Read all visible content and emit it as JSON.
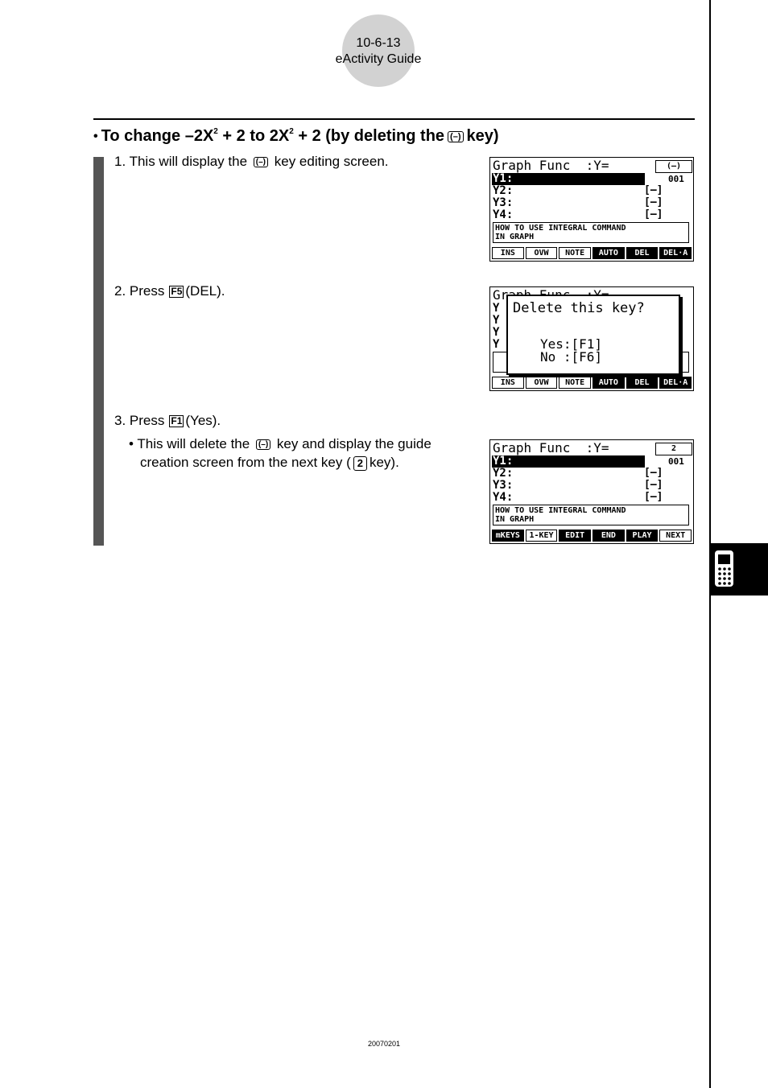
{
  "header": {
    "page_number": "10-6-13",
    "section": "eActivity Guide"
  },
  "heading": {
    "bullet": "•",
    "part1": "To change –2X",
    "sup1": "2",
    "part2": " + 2 to 2X",
    "sup2": "2",
    "part3": " + 2 (by deleting the",
    "key": "(–)",
    "part4": "key)"
  },
  "steps": {
    "s1_pre": "1. This will display the",
    "s1_key": "(–)",
    "s1_post": "key editing screen.",
    "s2_pre": "2. Press",
    "s2_key": "F5",
    "s2_post": "(DEL).",
    "s3_pre": "3. Press",
    "s3_key": "F1",
    "s3_post": "(Yes).",
    "b1_pre": "• This will delete the",
    "b1_key": "(–)",
    "b1_post": "key and display the guide",
    "b2_pre": "creation screen from the next key (",
    "b2_key": "2",
    "b2_post": "key)."
  },
  "screen1": {
    "title": "Graph Func  :Y=",
    "key_box": "(–)",
    "rows": [
      "Y1:",
      "Y2:",
      "Y3:",
      "Y4:"
    ],
    "counter": "001",
    "brackets": [
      "[—]",
      "[—]",
      "[—]"
    ],
    "guide": "HOW TO USE INTEGRAL COMMAND\nIN GRAPH",
    "fkeys": [
      "INS",
      "OVW",
      "NOTE",
      "AUTO",
      "DEL",
      "DEL·A"
    ]
  },
  "screen2": {
    "title": "Graph Func  :Y=",
    "dialog_question": "Delete this key?",
    "dialog_yes": "Yes:[F1]",
    "dialog_no": "No :[F6]",
    "fkeys": [
      "INS",
      "OVW",
      "NOTE",
      "AUTO",
      "DEL",
      "DEL·A"
    ]
  },
  "screen3": {
    "title": "Graph Func  :Y=",
    "key_box": "2",
    "rows": [
      "Y1:",
      "Y2:",
      "Y3:",
      "Y4:"
    ],
    "counter": "001",
    "brackets": [
      "[—]",
      "[—]",
      "[—]"
    ],
    "guide": "HOW TO USE INTEGRAL COMMAND\nIN GRAPH",
    "fkeys": [
      "mKEYS",
      "1-KEY",
      "EDIT",
      "END",
      "PLAY",
      "NEXT"
    ]
  },
  "footer": {
    "code": "20070201"
  }
}
